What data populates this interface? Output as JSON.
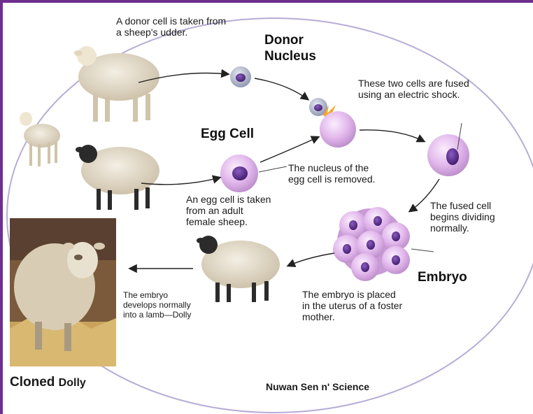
{
  "labels": {
    "donor_nucleus": "Donor\nNucleus",
    "egg_cell": "Egg Cell",
    "embryo": "Embryo",
    "cloned": "Cloned",
    "dolly": "Dolly",
    "credit": "Nuwan Sen n' Science"
  },
  "captions": {
    "donor_cell": "A donor cell is taken from\na sheep's udder.",
    "fused": "These two cells are fused\nusing an electric shock.",
    "nucleus_removed": "The nucleus of the\negg cell is removed.",
    "egg_taken": "An egg cell is taken\nfrom an adult\nfemale sheep.",
    "dividing": "The fused cell\nbegins dividing\nnormally.",
    "placed": "The embryo is placed\nin the uterus of a foster\nmother.",
    "develops": "The embryo\ndevelops normally\ninto a lamb—Dolly"
  },
  "colors": {
    "frame": "#6e2f8f",
    "ellipse": "#b7acd6",
    "cell_fill": "#e2b8ec",
    "nucleus": "#5a2a8a"
  }
}
